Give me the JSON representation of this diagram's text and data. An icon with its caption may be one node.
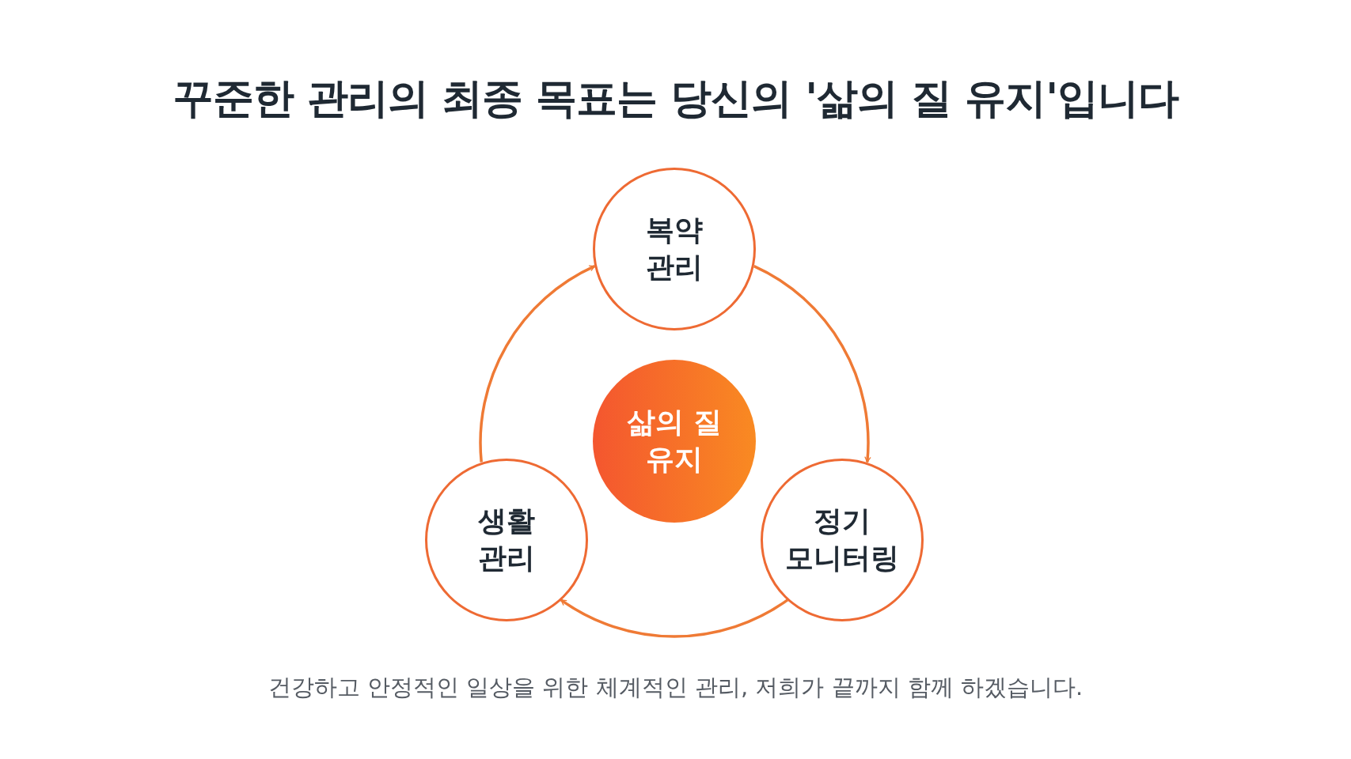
{
  "diagram": {
    "title": "꾸준한 관리의 최종 목표는 당신의 **'삶의 질 유지'**입니다",
    "nodes": [
      {
        "text": [
          "복약 관리"
        ]
      },
      {
        "text": [
          "삶의 질 유지"
        ]
      },
      {
        "text": [
          "생활 관리"
        ]
      },
      {
        "text": [
          "정기 모니터링"
        ]
      }
    ],
    "edges": [
      {
        "from": 0,
        "to": 3,
        "arrow": "to"
      },
      {
        "from": 3,
        "to": 2,
        "arrow": "to"
      },
      {
        "from": 2,
        "to": 0,
        "arrow": "to"
      }
    ],
    "caption": "건강하고 안정적인 일상을 위한 체계적인 관리, 저희가 끝까지 함께 하겠습니다."
  }
}
